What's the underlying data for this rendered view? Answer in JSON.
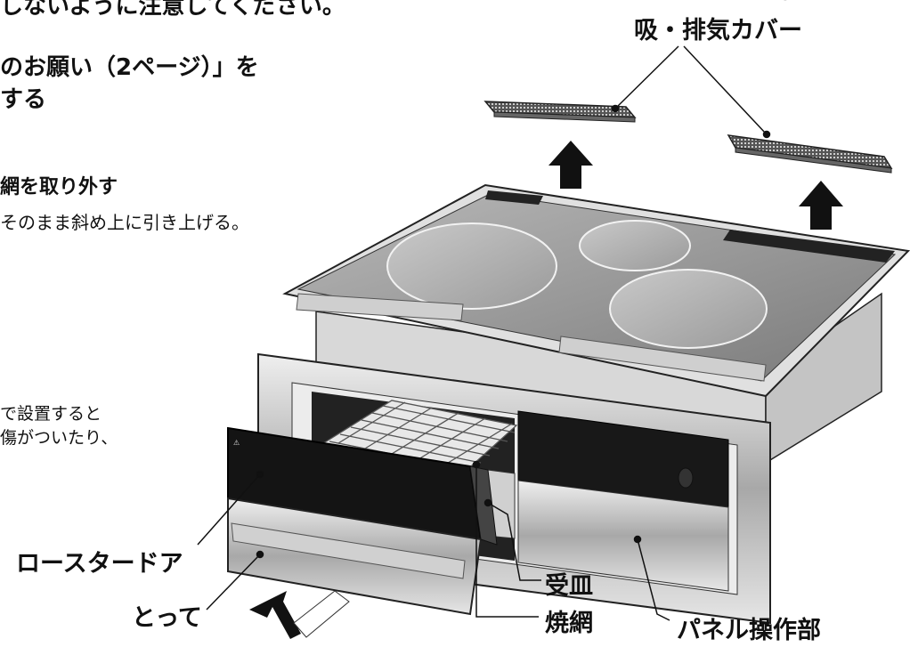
{
  "text": {
    "top_cut": "しないように注意してください。",
    "note_line1": "のお願い（2ページ）」を",
    "note_line2": "する",
    "step_title": "網を取り外す",
    "step_desc": "そのまま斜め上に引き上げる。",
    "warn_line1": "で設置すると",
    "warn_line2": "傷がついたり、"
  },
  "labels": {
    "vent_cover": "吸・排気カバー",
    "roaster_door": "ロースタードア",
    "handle": "とって",
    "drip_tray": "受皿",
    "grill_net": "焼網",
    "panel_control": "パネル操作部"
  },
  "colors": {
    "body_gray": "#d4d4d4",
    "steel": "#a9a9a9",
    "dark": "#1a1a1a",
    "top_plate": "#8c8c8c"
  }
}
